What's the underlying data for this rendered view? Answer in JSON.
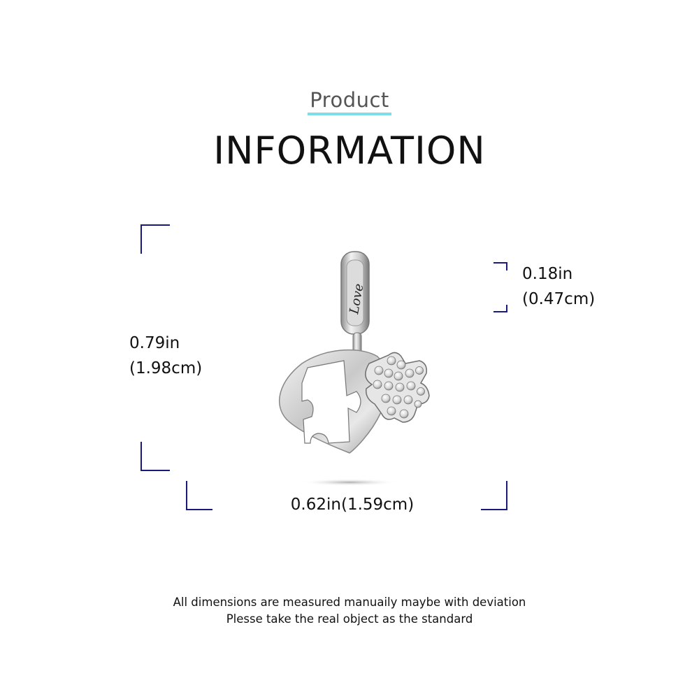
{
  "header": {
    "subtitle": "Product",
    "title": "INFORMATION"
  },
  "dimensions": {
    "height_in": "0.79in",
    "height_cm": "(1.98cm)",
    "bail_in": "0.18in",
    "bail_cm": "(0.47cm)",
    "width": "0.62in(1.59cm)"
  },
  "product": {
    "engraving": "Love"
  },
  "footer": {
    "line1": "All dimensions are measured manuaily maybe with deviation",
    "line2": "Plesse take the real object as the standard"
  },
  "colors": {
    "accent_underline": "#7fdde6",
    "bracket": "#1a1a7a",
    "text": "#111111"
  }
}
